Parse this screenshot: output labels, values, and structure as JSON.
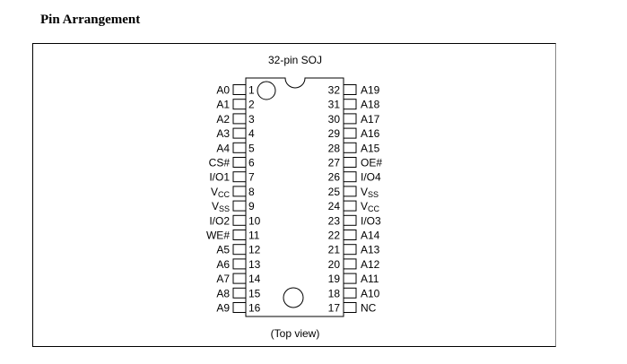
{
  "heading": "Pin Arrangement",
  "diagram": {
    "package": "32-pin SOJ",
    "caption": "(Top view)",
    "left_pins": [
      {
        "num": "1",
        "label": "A0"
      },
      {
        "num": "2",
        "label": "A1"
      },
      {
        "num": "3",
        "label": "A2"
      },
      {
        "num": "4",
        "label": "A3"
      },
      {
        "num": "5",
        "label": "A4"
      },
      {
        "num": "6",
        "label": "CS#"
      },
      {
        "num": "7",
        "label": "I/O1"
      },
      {
        "num": "8",
        "label": "V",
        "sub": "CC"
      },
      {
        "num": "9",
        "label": "V",
        "sub": "SS"
      },
      {
        "num": "10",
        "label": "I/O2"
      },
      {
        "num": "11",
        "label": "WE#"
      },
      {
        "num": "12",
        "label": "A5"
      },
      {
        "num": "13",
        "label": "A6"
      },
      {
        "num": "14",
        "label": "A7"
      },
      {
        "num": "15",
        "label": "A8"
      },
      {
        "num": "16",
        "label": "A9"
      }
    ],
    "right_pins": [
      {
        "num": "32",
        "label": "A19"
      },
      {
        "num": "31",
        "label": "A18"
      },
      {
        "num": "30",
        "label": "A17"
      },
      {
        "num": "29",
        "label": "A16"
      },
      {
        "num": "28",
        "label": "A15"
      },
      {
        "num": "27",
        "label": "OE#"
      },
      {
        "num": "26",
        "label": "I/O4"
      },
      {
        "num": "25",
        "label": "V",
        "sub": "SS"
      },
      {
        "num": "24",
        "label": "V",
        "sub": "CC"
      },
      {
        "num": "23",
        "label": "I/O3"
      },
      {
        "num": "22",
        "label": "A14"
      },
      {
        "num": "21",
        "label": "A13"
      },
      {
        "num": "20",
        "label": "A12"
      },
      {
        "num": "19",
        "label": "A11"
      },
      {
        "num": "18",
        "label": "A10"
      },
      {
        "num": "17",
        "label": "NC"
      }
    ]
  }
}
